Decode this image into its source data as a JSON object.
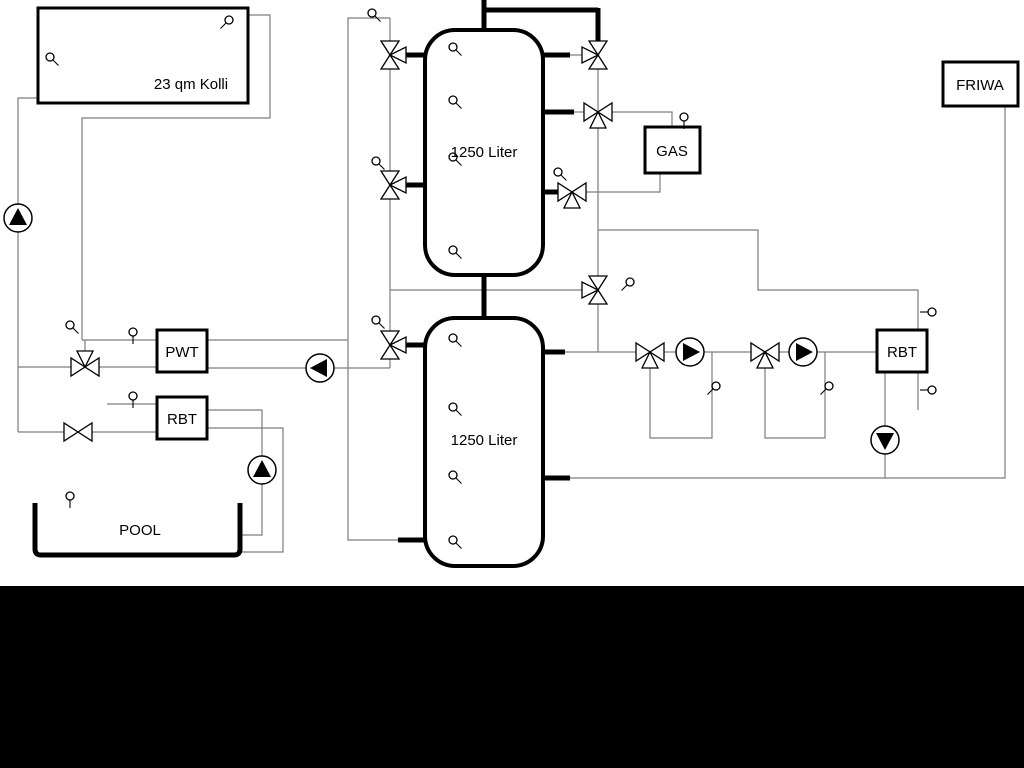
{
  "labels": {
    "collector": "23 qm Kolli",
    "tank_top": "1250 Liter",
    "tank_bottom": "1250 Liter",
    "gas": "GAS",
    "friwa": "FRIWA",
    "pwt": "PWT",
    "rbt_left": "RBT",
    "rbt_right": "RBT",
    "pool": "POOL"
  },
  "colors": {
    "background": "#ffffff",
    "pipe_thin": "#7d7d7d",
    "pipe_main": "#000000",
    "component_fill": "#ffffff",
    "letterbox": "#000000"
  },
  "symbols": {
    "pump": "circle with solid flow-direction triangle",
    "valve_2way": "bowtie of two hollow triangles",
    "valve_3way": "bowtie with third branch triangle",
    "sensor": "small hollow circle with stem"
  }
}
